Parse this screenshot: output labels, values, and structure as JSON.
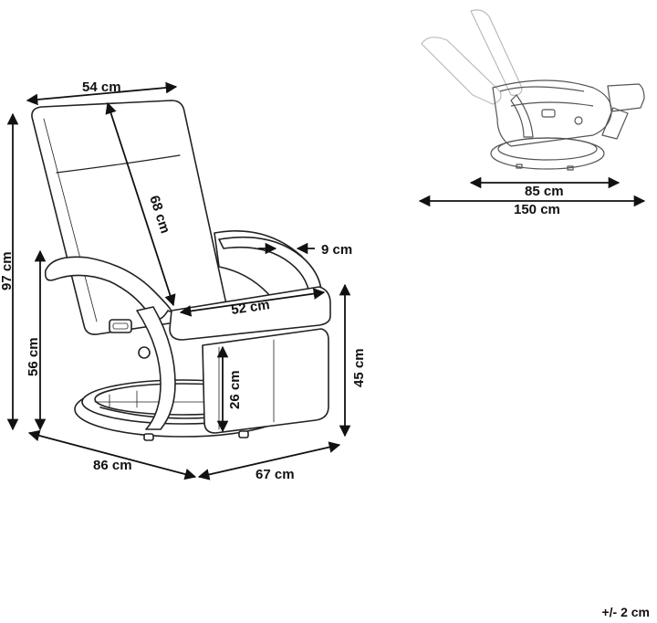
{
  "dimensions": {
    "backrest_width": "54 cm",
    "backrest_height": "68 cm",
    "total_height": "97 cm",
    "armrest_height": "56 cm",
    "armrest_width": "9 cm",
    "seat_width": "52 cm",
    "seat_height": "45 cm",
    "footrest_height": "26 cm",
    "base_depth": "86 cm",
    "base_width": "67 cm",
    "reclined_inner_length": "85 cm",
    "reclined_total_length": "150 cm"
  },
  "tolerance": "+/- 2 cm"
}
